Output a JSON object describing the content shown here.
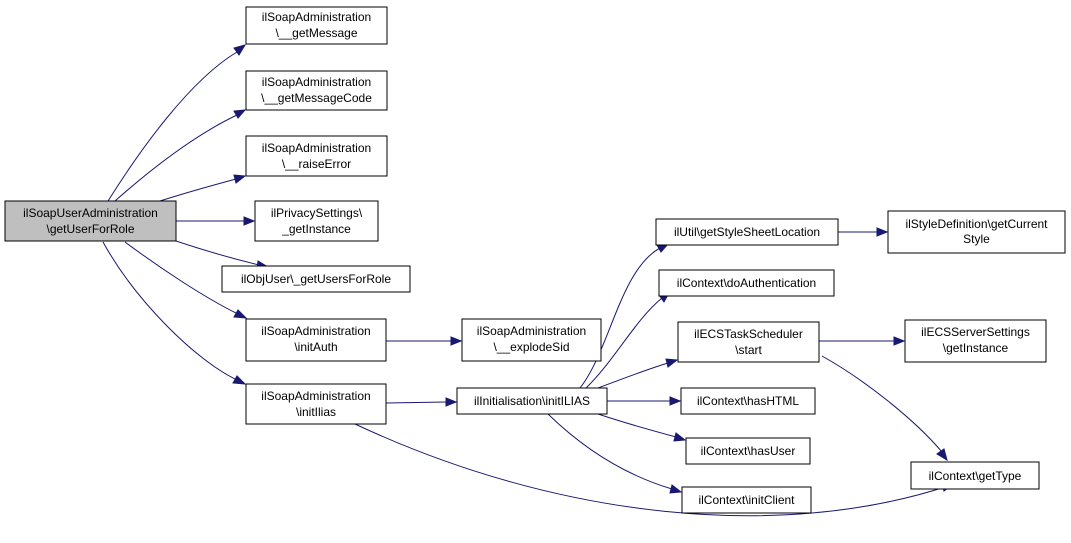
{
  "colors": {
    "edge": "#191970",
    "root_fill": "#bfbfbf",
    "node_fill": "#ffffff",
    "border": "#000000"
  },
  "nodes": {
    "root": {
      "lines": [
        "ilSoapUserAdministration",
        "\\getUserForRole"
      ]
    },
    "getMessage": {
      "lines": [
        "ilSoapAdministration",
        "\\__getMessage"
      ]
    },
    "getMessageCode": {
      "lines": [
        "ilSoapAdministration",
        "\\__getMessageCode"
      ]
    },
    "raiseError": {
      "lines": [
        "ilSoapAdministration",
        "\\__raiseError"
      ]
    },
    "privacy": {
      "lines": [
        "ilPrivacySettings\\",
        "_getInstance"
      ]
    },
    "getUsersForRole": {
      "lines": [
        "ilObjUser\\_getUsersForRole"
      ]
    },
    "initAuth": {
      "lines": [
        "ilSoapAdministration",
        "\\initAuth"
      ]
    },
    "explodeSid": {
      "lines": [
        "ilSoapAdministration",
        "\\__explodeSid"
      ]
    },
    "initIlias": {
      "lines": [
        "ilSoapAdministration",
        "\\initIlias"
      ]
    },
    "initILIAS": {
      "lines": [
        "ilInitialisation\\initILIAS"
      ]
    },
    "styleSheet": {
      "lines": [
        "ilUtil\\getStyleSheetLocation"
      ]
    },
    "currentStyle": {
      "lines": [
        "ilStyleDefinition\\getCurrent",
        "Style"
      ]
    },
    "doAuth": {
      "lines": [
        "ilContext\\doAuthentication"
      ]
    },
    "ecsStart": {
      "lines": [
        "ilECSTaskScheduler",
        "\\start"
      ]
    },
    "ecsInstance": {
      "lines": [
        "ilECSServerSettings",
        "\\getInstance"
      ]
    },
    "hasHTML": {
      "lines": [
        "ilContext\\hasHTML"
      ]
    },
    "hasUser": {
      "lines": [
        "ilContext\\hasUser"
      ]
    },
    "initClient": {
      "lines": [
        "ilContext\\initClient"
      ]
    },
    "getType": {
      "lines": [
        "ilContext\\getType"
      ]
    }
  }
}
